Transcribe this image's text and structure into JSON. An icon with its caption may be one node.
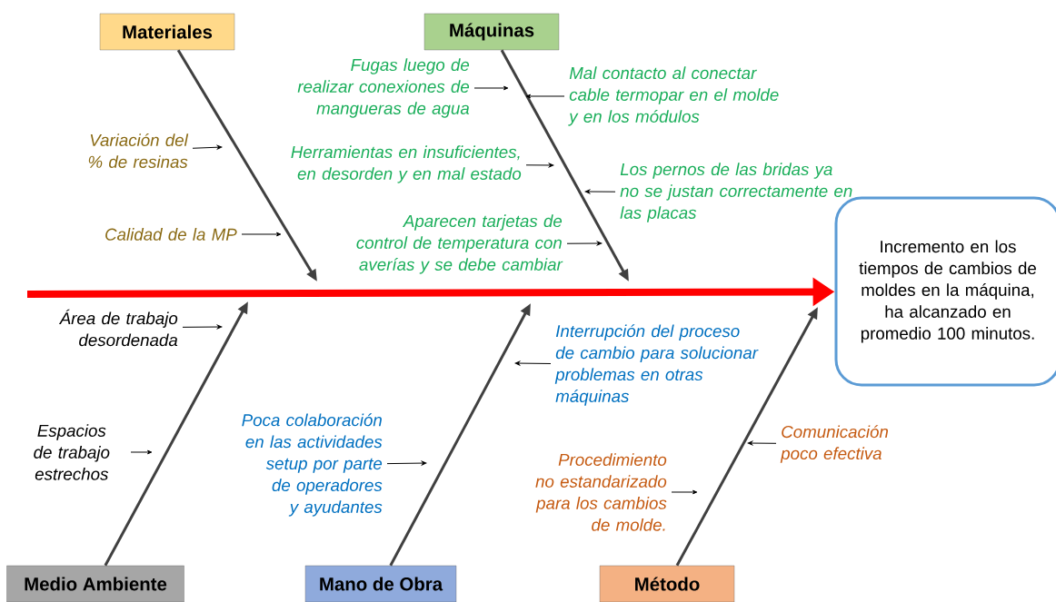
{
  "diagram": {
    "nodes": [
      {
        "text": [
          "Materiales"
        ]
      },
      {
        "text": [
          "Máquinas"
        ]
      },
      {
        "text": [
          "Medio Ambiente"
        ]
      },
      {
        "text": [
          "Mano de Obra"
        ]
      },
      {
        "text": [
          "Método"
        ]
      },
      {
        "text": [
          "Incremento en los tiempos de cambios de moldes en la máquina, ha alcanzado en promedio 100 minutos."
        ]
      },
      {
        "text": [
          "Variación del % de resinas"
        ]
      },
      {
        "text": [
          "Calidad de la MP"
        ]
      },
      {
        "text": [
          "Fugas luego de realizar conexiones de mangueras de agua"
        ]
      },
      {
        "text": [
          "Mal contacto al conectar cable termopar en el molde y en los módulos"
        ]
      },
      {
        "text": [
          "Herramientas en insuficientes, en desorden y en mal estado"
        ]
      },
      {
        "text": [
          "Los pernos de las bridas ya no se justan correctamente en las placas"
        ]
      },
      {
        "text": [
          "Aparecen tarjetas de control de temperatura con averías y se debe cambiar"
        ]
      },
      {
        "text": [
          "Área de trabajo desordenada"
        ]
      },
      {
        "text": [
          "Espacios de trabajo estrechos"
        ]
      },
      {
        "text": [
          "Interrupción del  proceso de cambio para solucionar problemas en otras máquinas"
        ]
      },
      {
        "text": [
          "Poca colaboración en las actividades setup por parte de operadores y ayudantes"
        ]
      },
      {
        "text": [
          "Comunicación poco efectiva"
        ]
      },
      {
        "text": [
          "Procedimiento no estandarizado para los cambios de molde."
        ]
      }
    ],
    "edges": [
      {
        "from": 0,
        "to": null,
        "arrow": "to",
        "style": "thick"
      },
      {
        "from": 1,
        "to": null,
        "arrow": "to",
        "style": "thick"
      },
      {
        "from": 2,
        "to": null,
        "arrow": "to",
        "style": "thick"
      },
      {
        "from": 3,
        "to": null,
        "arrow": "to",
        "style": "thick"
      },
      {
        "from": 4,
        "to": null,
        "arrow": "to",
        "style": "thick"
      },
      {
        "from": null,
        "to": 5,
        "arrow": "to",
        "style": "thick",
        "color": "#ff0000"
      },
      {
        "from": 6,
        "to": null,
        "arrow": "to"
      },
      {
        "from": 7,
        "to": null,
        "arrow": "to"
      },
      {
        "from": 8,
        "to": null,
        "arrow": "to"
      },
      {
        "from": 9,
        "to": null,
        "arrow": "to"
      },
      {
        "from": 10,
        "to": null,
        "arrow": "to"
      },
      {
        "from": 11,
        "to": null,
        "arrow": "to"
      },
      {
        "from": 12,
        "to": null,
        "arrow": "to"
      },
      {
        "from": 13,
        "to": null,
        "arrow": "to"
      },
      {
        "from": 14,
        "to": null,
        "arrow": "to"
      },
      {
        "from": 15,
        "to": null,
        "arrow": "to"
      },
      {
        "from": 16,
        "to": null,
        "arrow": "to"
      },
      {
        "from": 17,
        "to": null,
        "arrow": "to"
      },
      {
        "from": 18,
        "to": null,
        "arrow": "to"
      }
    ]
  }
}
